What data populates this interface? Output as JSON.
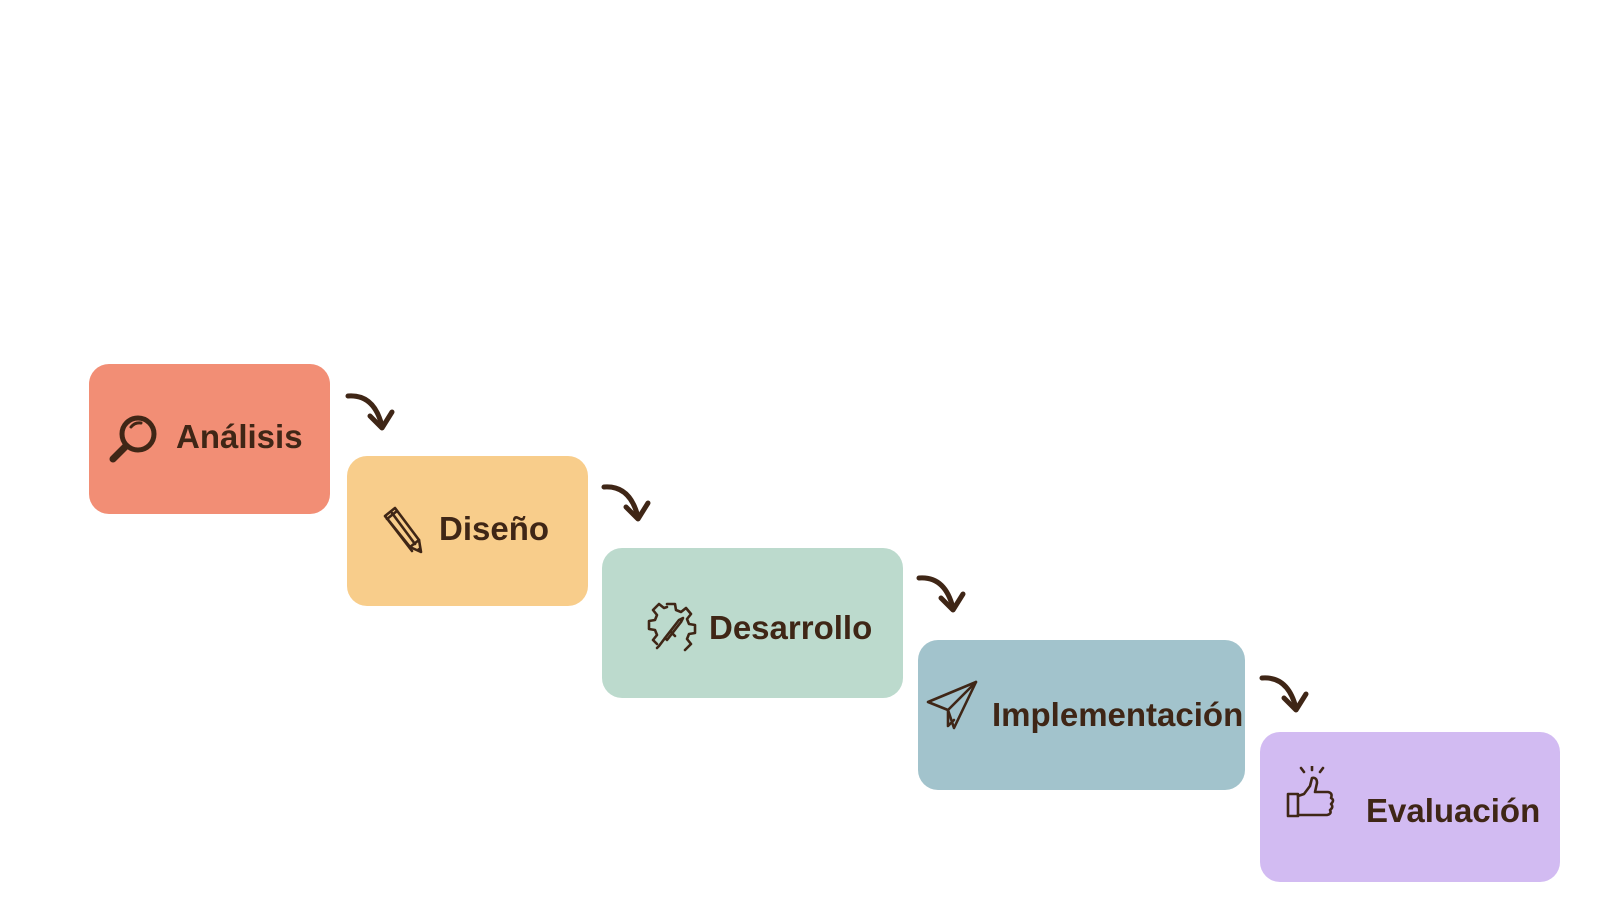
{
  "diagram": {
    "steps": [
      {
        "label": "Análisis",
        "color": "#f28e75",
        "icon": "magnifier-icon"
      },
      {
        "label": "Diseño",
        "color": "#f8cd8b",
        "icon": "pencil-icon"
      },
      {
        "label": "Desarrollo",
        "color": "#bcdacd",
        "icon": "gear-rocket-icon"
      },
      {
        "label": "Implementación",
        "color": "#a2c3cc",
        "icon": "paper-plane-icon"
      },
      {
        "label": "Evaluación",
        "color": "#d2bbf2",
        "icon": "thumbs-up-icon"
      }
    ],
    "arrow_color": "#3f2616"
  }
}
